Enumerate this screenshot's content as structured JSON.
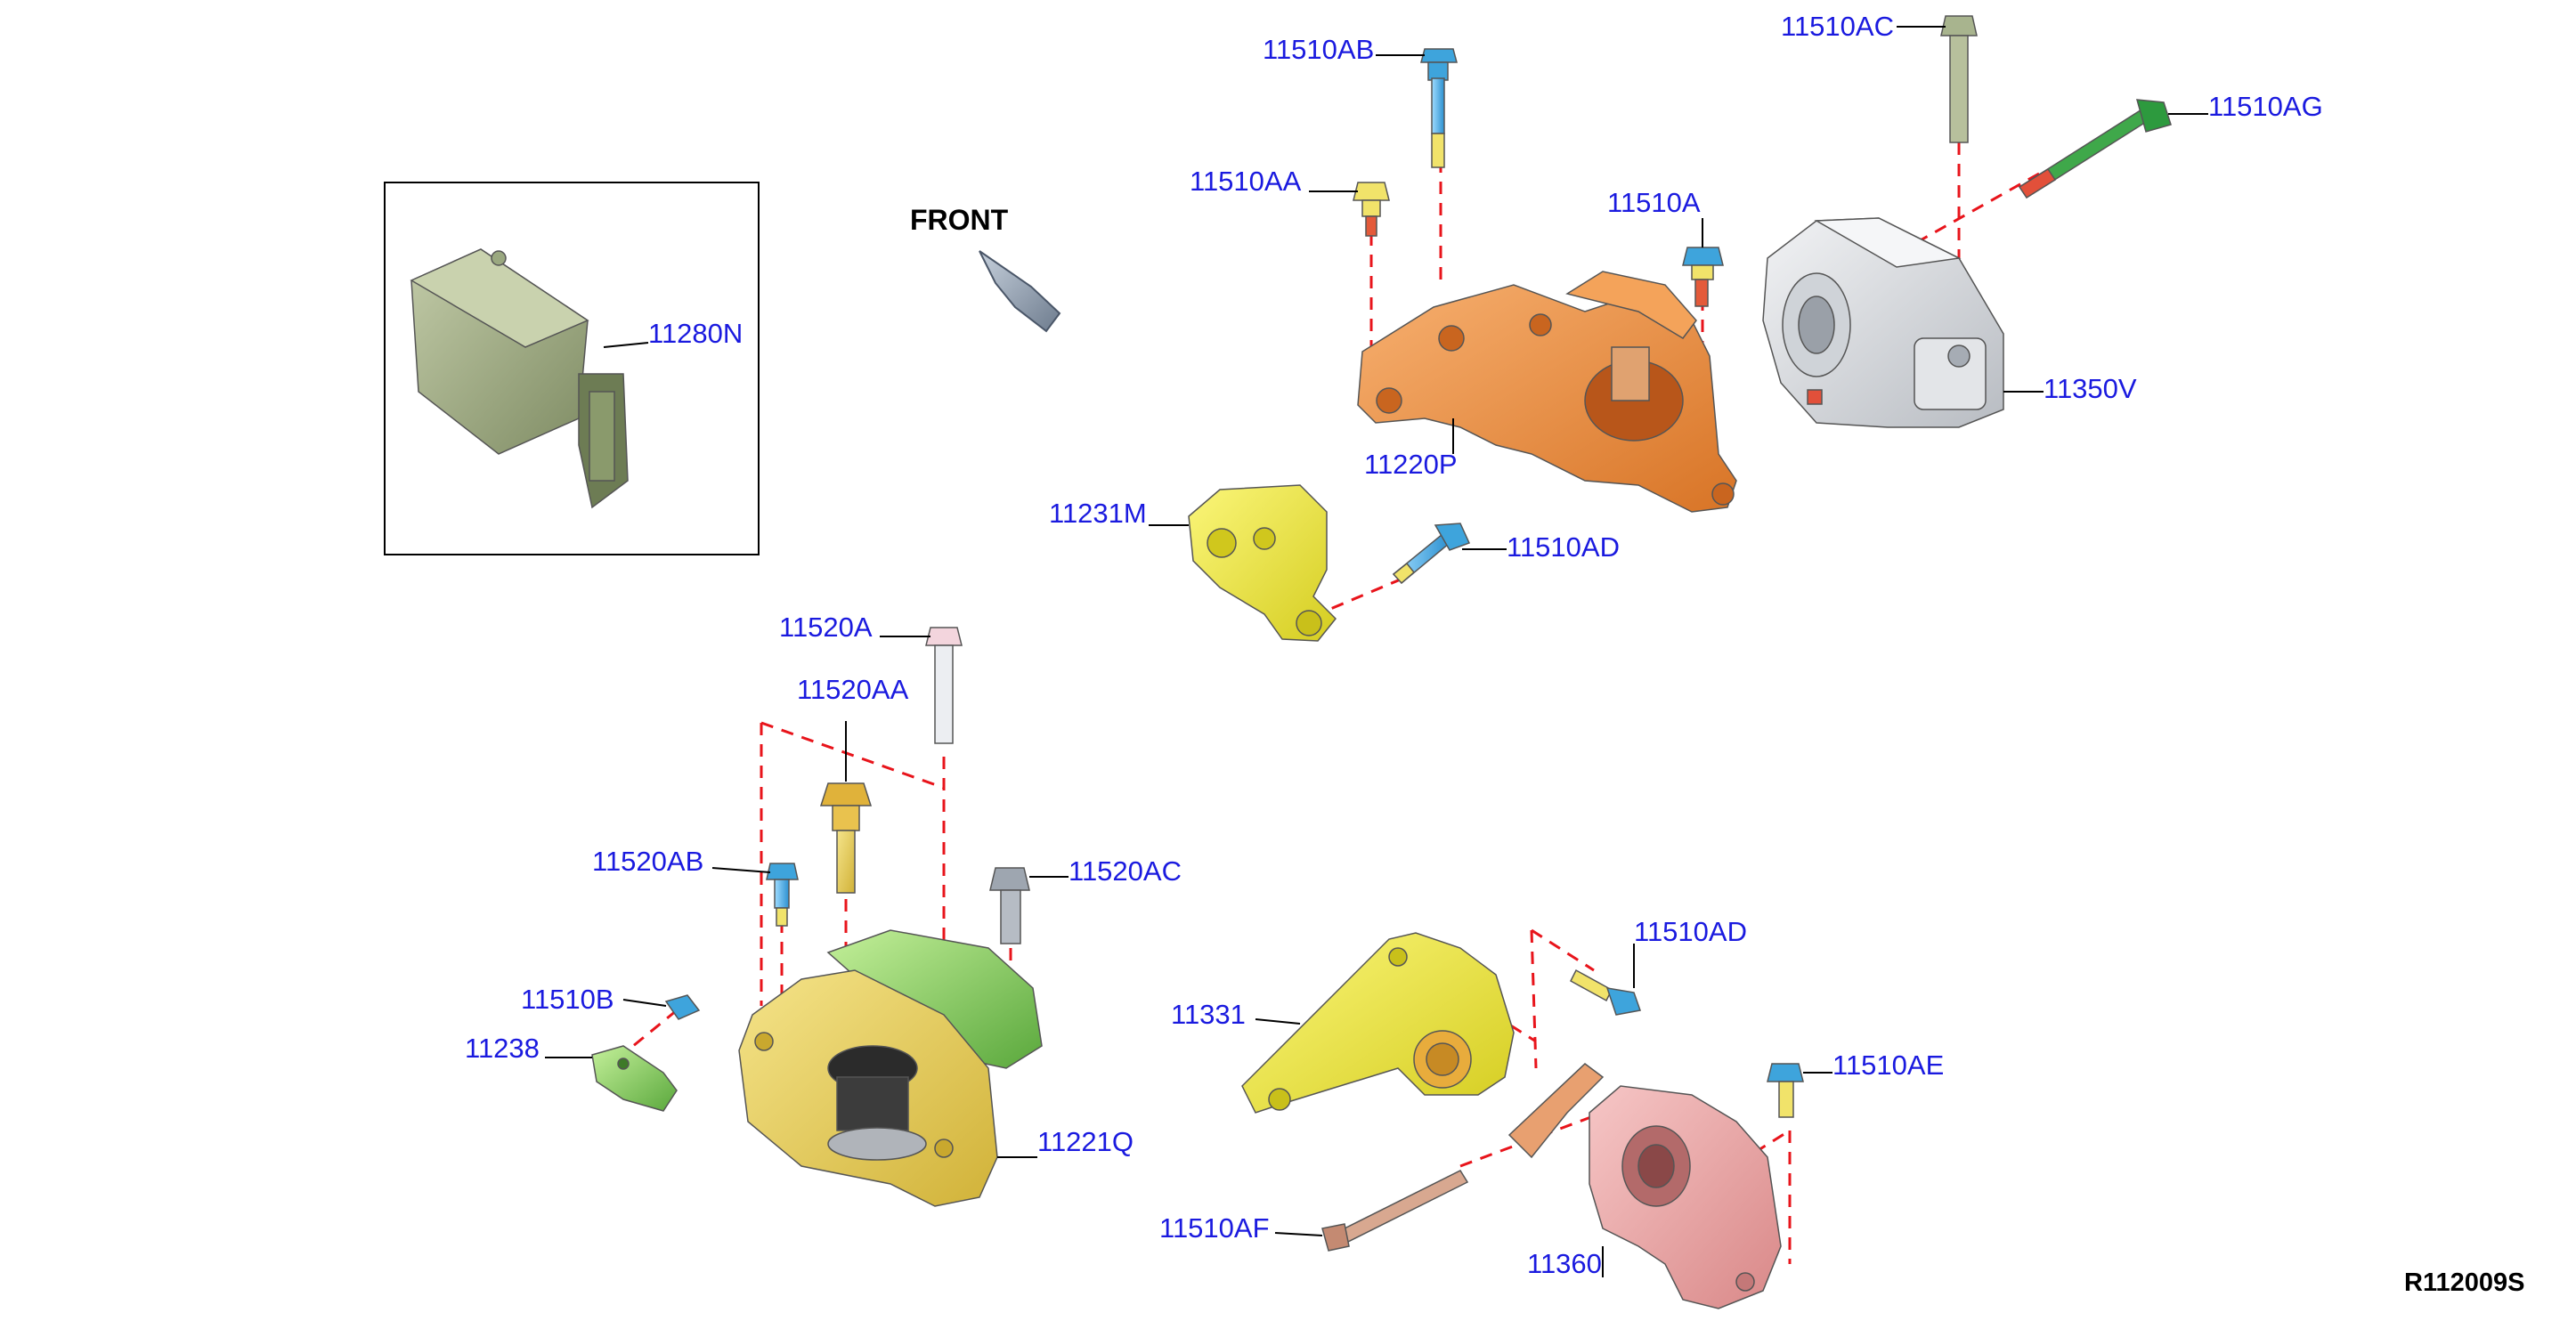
{
  "direction": {
    "label": "FRONT"
  },
  "reference": {
    "code": "R112009S"
  },
  "colors": {
    "label_text": "#1a1adf",
    "dashed_lines": "#e8141b",
    "orange_bracket": "#e8893a",
    "yellow_part": "#e8e23a",
    "gold_part": "#e2c84a",
    "gray_part": "#d6d8dc",
    "pink_part": "#e8a0a0",
    "green_part": "#8ec46b",
    "module_green": "#9aa880",
    "bolt_blue": "#4aaee0"
  },
  "parts": {
    "p11280N": "11280N",
    "p11510AB": "11510AB",
    "p11510AC": "11510AC",
    "p11510AG": "11510AG",
    "p11510AA": "11510AA",
    "p11510A": "11510A",
    "p11350V": "11350V",
    "p11220P": "11220P",
    "p11231M": "11231M",
    "p11510AD_upper": "11510AD",
    "p11520A": "11520A",
    "p11520AA": "11520AA",
    "p11520AB": "11520AB",
    "p11520AC": "11520AC",
    "p11510B": "11510B",
    "p11238": "11238",
    "p11221Q": "11221Q",
    "p11331": "11331",
    "p11510AD_lower": "11510AD",
    "p11510AE": "11510AE",
    "p11510AF": "11510AF",
    "p11360": "11360"
  }
}
